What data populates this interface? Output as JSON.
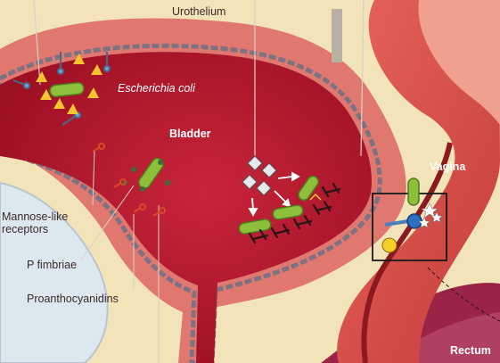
{
  "labels": {
    "urothelium": "Urothelium",
    "escherichia_coli": "Escherichia coli",
    "bladder": "Bladder",
    "vagina": "Vagina",
    "mannose_like_receptors": "Mannose-like\nreceptors",
    "p_fimbriae": "P fimbriae",
    "proanthocyanidins": "Proanthocyanidins",
    "rectum": "Rectum"
  },
  "colors": {
    "background": "#f3e3b8",
    "bladder_lumen": "#b8162a",
    "bladder_wall": "#e0786f",
    "urothelium": "#7c7282",
    "pelvic_bone": "#dde7ee",
    "bacteria": "#8dbf3a",
    "vagina_wall": "#d9534a",
    "rectum": "#9a2448"
  }
}
